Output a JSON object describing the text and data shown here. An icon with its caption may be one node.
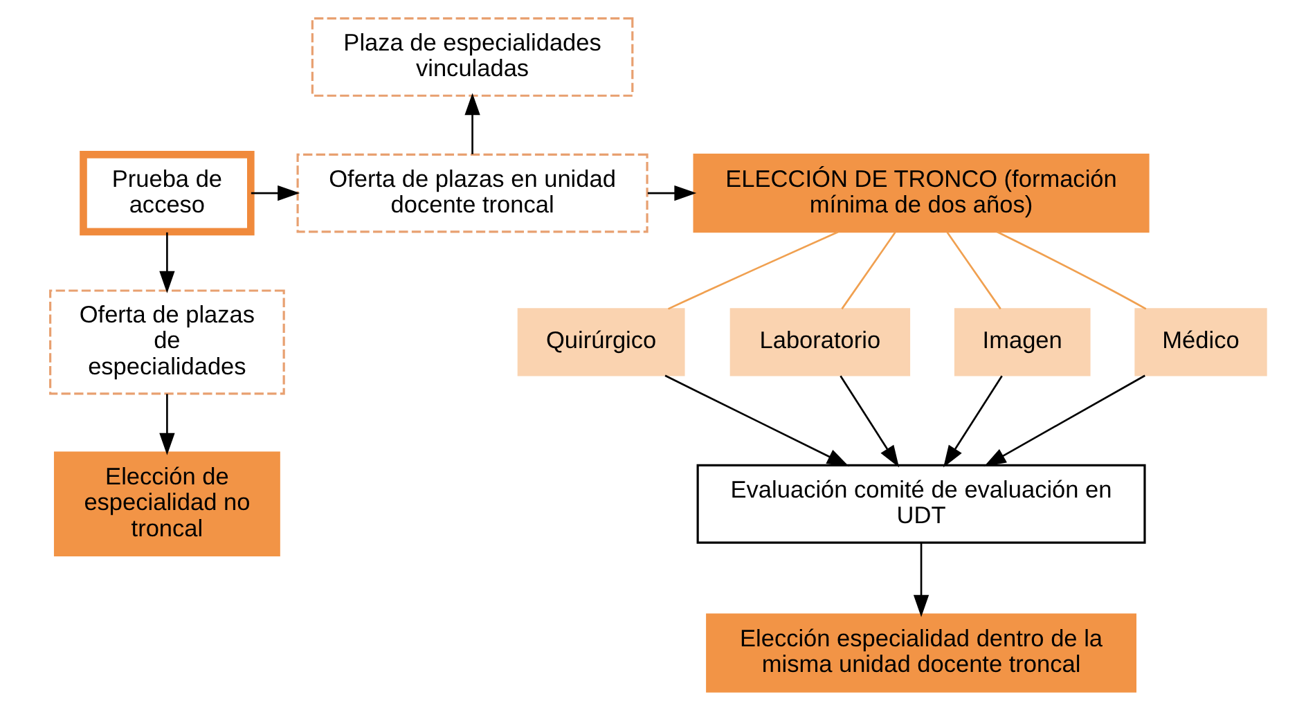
{
  "diagram": {
    "nodes": [
      {
        "text": [
          "Plaza de especialidades vinculadas"
        ]
      },
      {
        "text": [
          "Prueba de acceso"
        ]
      },
      {
        "text": [
          "Oferta de plazas en unidad docente troncal"
        ]
      },
      {
        "text": [
          "ELECCIÓN DE TRONCO (formación mínima de dos años)"
        ]
      },
      {
        "text": [
          "Oferta de plazas de especialidades"
        ]
      },
      {
        "text": [
          "Médico"
        ]
      },
      {
        "text": [
          "Quirúrgico"
        ]
      },
      {
        "text": [
          "Laboratorio"
        ]
      },
      {
        "text": [
          "Imagen"
        ]
      },
      {
        "text": [
          "Evaluación comité de evaluación en UDT"
        ]
      },
      {
        "text": [
          "Elección de especialidad no troncal"
        ]
      },
      {
        "text": [
          "Elección especialidad dentro de la misma unidad docente troncal"
        ]
      }
    ],
    "edges": [
      {
        "from": 1,
        "to": 2,
        "arrow": "to"
      },
      {
        "from": 2,
        "to": 0,
        "arrow": "to"
      },
      {
        "from": 2,
        "to": 3,
        "arrow": "to"
      },
      {
        "from": 1,
        "to": 4,
        "arrow": "to"
      },
      {
        "from": 4,
        "to": 10,
        "arrow": "to"
      },
      {
        "from": 3,
        "to": 5,
        "arrow": "none",
        "color": "#f0a050"
      },
      {
        "from": 3,
        "to": 6,
        "arrow": "none",
        "color": "#f0a050"
      },
      {
        "from": 3,
        "to": 7,
        "arrow": "none",
        "color": "#f0a050"
      },
      {
        "from": 3,
        "to": 8,
        "arrow": "none",
        "color": "#f0a050"
      },
      {
        "from": 5,
        "to": 9,
        "arrow": "to"
      },
      {
        "from": 6,
        "to": 9,
        "arrow": "to"
      },
      {
        "from": 7,
        "to": 9,
        "arrow": "to"
      },
      {
        "from": 8,
        "to": 9,
        "arrow": "to"
      },
      {
        "from": 9,
        "to": 11,
        "arrow": "to"
      }
    ]
  }
}
